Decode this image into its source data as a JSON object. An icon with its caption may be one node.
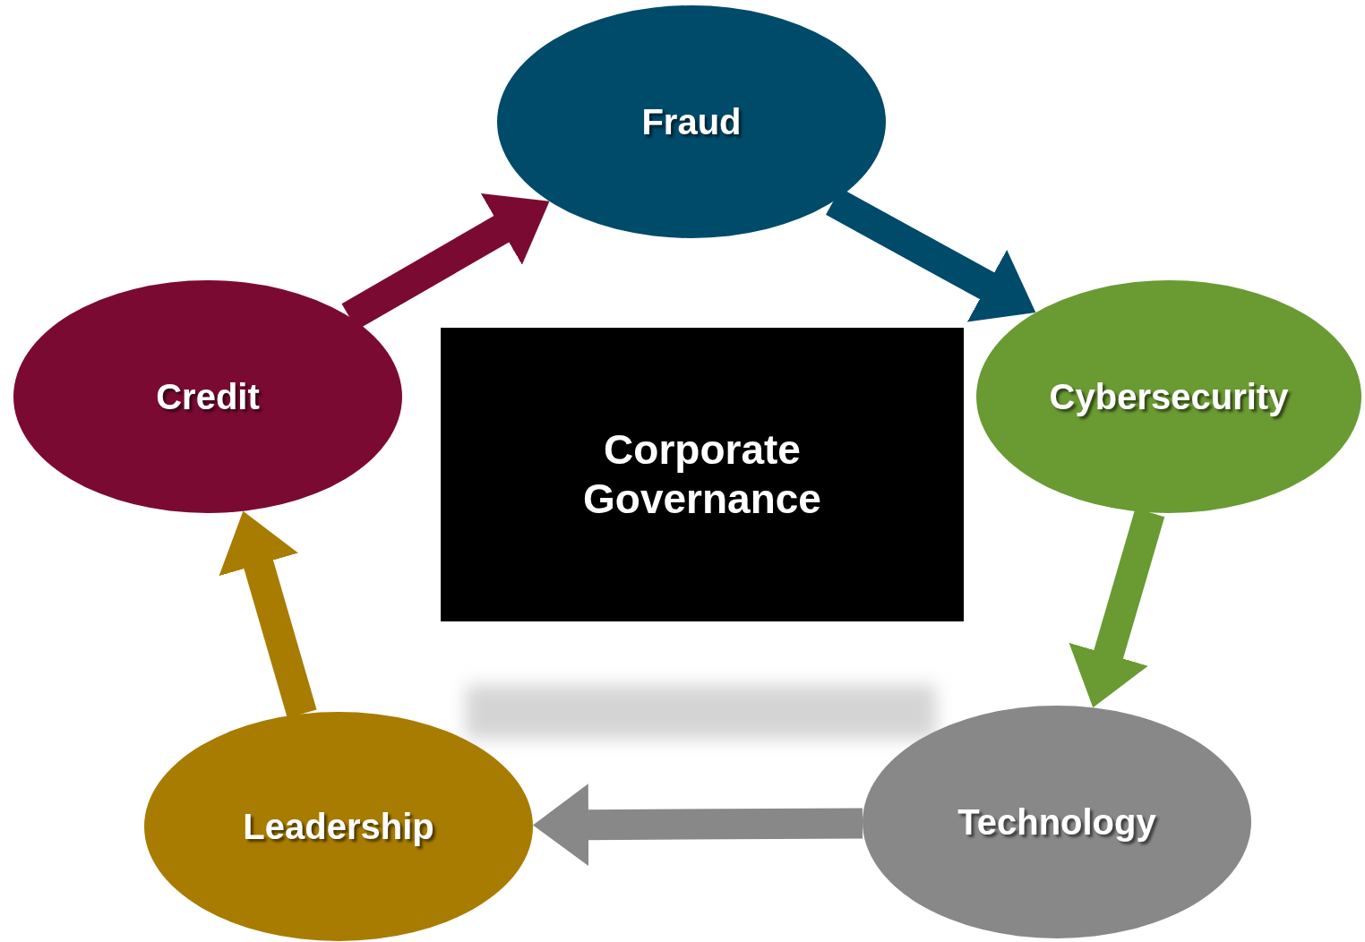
{
  "diagram": {
    "nodes": [
      {
        "text": [
          "Corporate Governance"
        ]
      },
      {
        "text": [
          "Fraud"
        ]
      },
      {
        "text": [
          "Cybersecurity"
        ]
      },
      {
        "text": [
          "Technology"
        ]
      },
      {
        "text": [
          "Leadership"
        ]
      },
      {
        "text": [
          "Credit"
        ]
      }
    ],
    "edges": [
      {
        "from": 5,
        "to": 1,
        "arrow": "to",
        "color": "#7b0a32"
      },
      {
        "from": 1,
        "to": 2,
        "arrow": "to",
        "color": "#004a6a"
      },
      {
        "from": 2,
        "to": 3,
        "arrow": "to",
        "color": "#6a9a32"
      },
      {
        "from": 3,
        "to": 4,
        "arrow": "to",
        "color": "#888888"
      },
      {
        "from": 4,
        "to": 5,
        "arrow": "to",
        "color": "#a87c00"
      }
    ]
  }
}
